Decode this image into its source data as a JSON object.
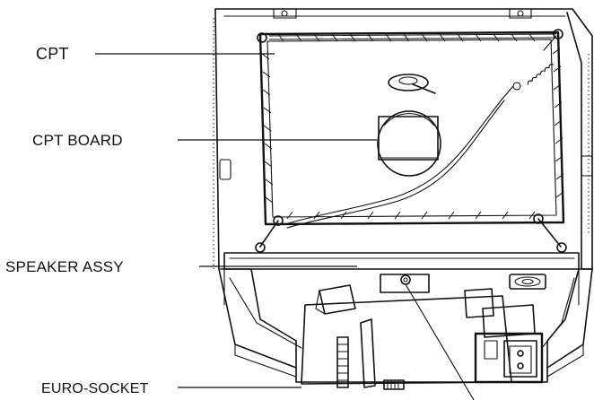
{
  "labels": {
    "cpt": "CPT",
    "cpt_board": "CPT BOARD",
    "speaker_assy": "SPEAKER ASSY",
    "euro_socket": "EURO-SOCKET"
  }
}
